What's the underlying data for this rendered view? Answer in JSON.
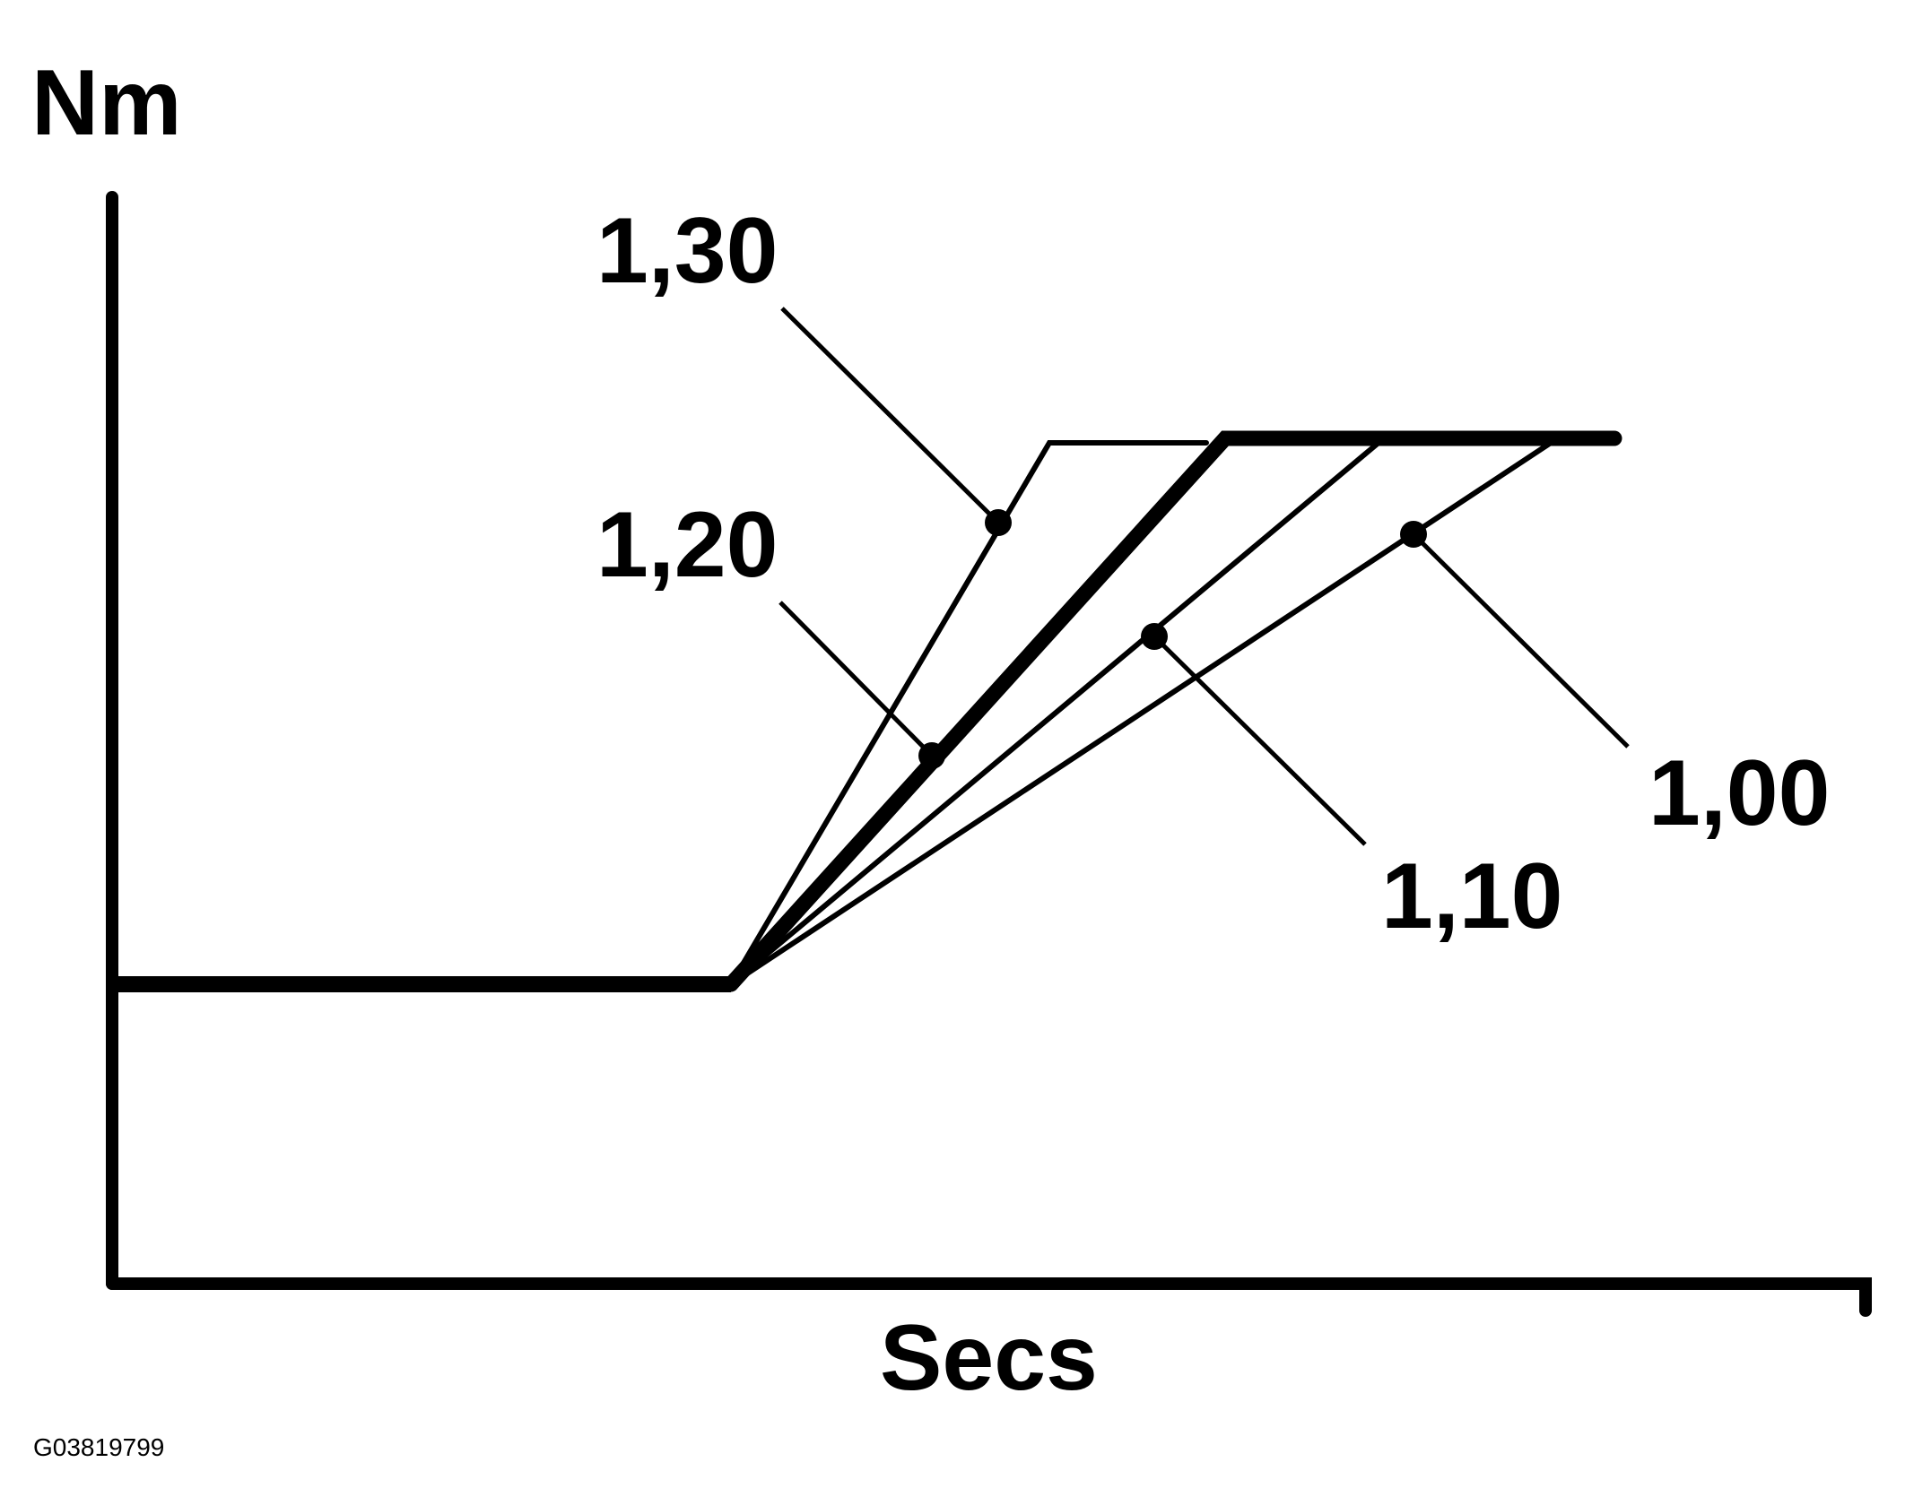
{
  "chart_data": {
    "type": "line",
    "title": "",
    "xlabel": "Secs",
    "ylabel": "Nm",
    "figure_id": "G03819799",
    "grid": false,
    "legend": "callout labels with leader lines",
    "baseline": {
      "description": "constant torque before ramp",
      "x": [
        0,
        0.35
      ],
      "y": [
        0.4,
        0.4
      ]
    },
    "series": [
      {
        "name": "1,30",
        "points": [
          [
            0.35,
            0.4
          ],
          [
            0.55,
            1.0
          ],
          [
            0.63,
            1.0
          ]
        ],
        "stroke": "thin"
      },
      {
        "name": "1,20",
        "points": [
          [
            0.35,
            0.4
          ],
          [
            0.64,
            1.0
          ],
          [
            0.88,
            1.0
          ]
        ],
        "stroke": "thick"
      },
      {
        "name": "1,10",
        "points": [
          [
            0.35,
            0.4
          ],
          [
            0.74,
            1.0
          ]
        ],
        "stroke": "thin"
      },
      {
        "name": "1,00",
        "points": [
          [
            0.35,
            0.4
          ],
          [
            0.83,
            1.0
          ]
        ],
        "stroke": "thin"
      }
    ],
    "notes": "Ramp-rate factors; unitless axes (no ticks)"
  },
  "labels": {
    "y_axis": "Nm",
    "x_axis": "Secs",
    "figure_id": "G03819799",
    "callouts": [
      "1,30",
      "1,20",
      "1,10",
      "1,00"
    ]
  },
  "colors": {
    "ink": "#000000",
    "background": "#ffffff"
  }
}
